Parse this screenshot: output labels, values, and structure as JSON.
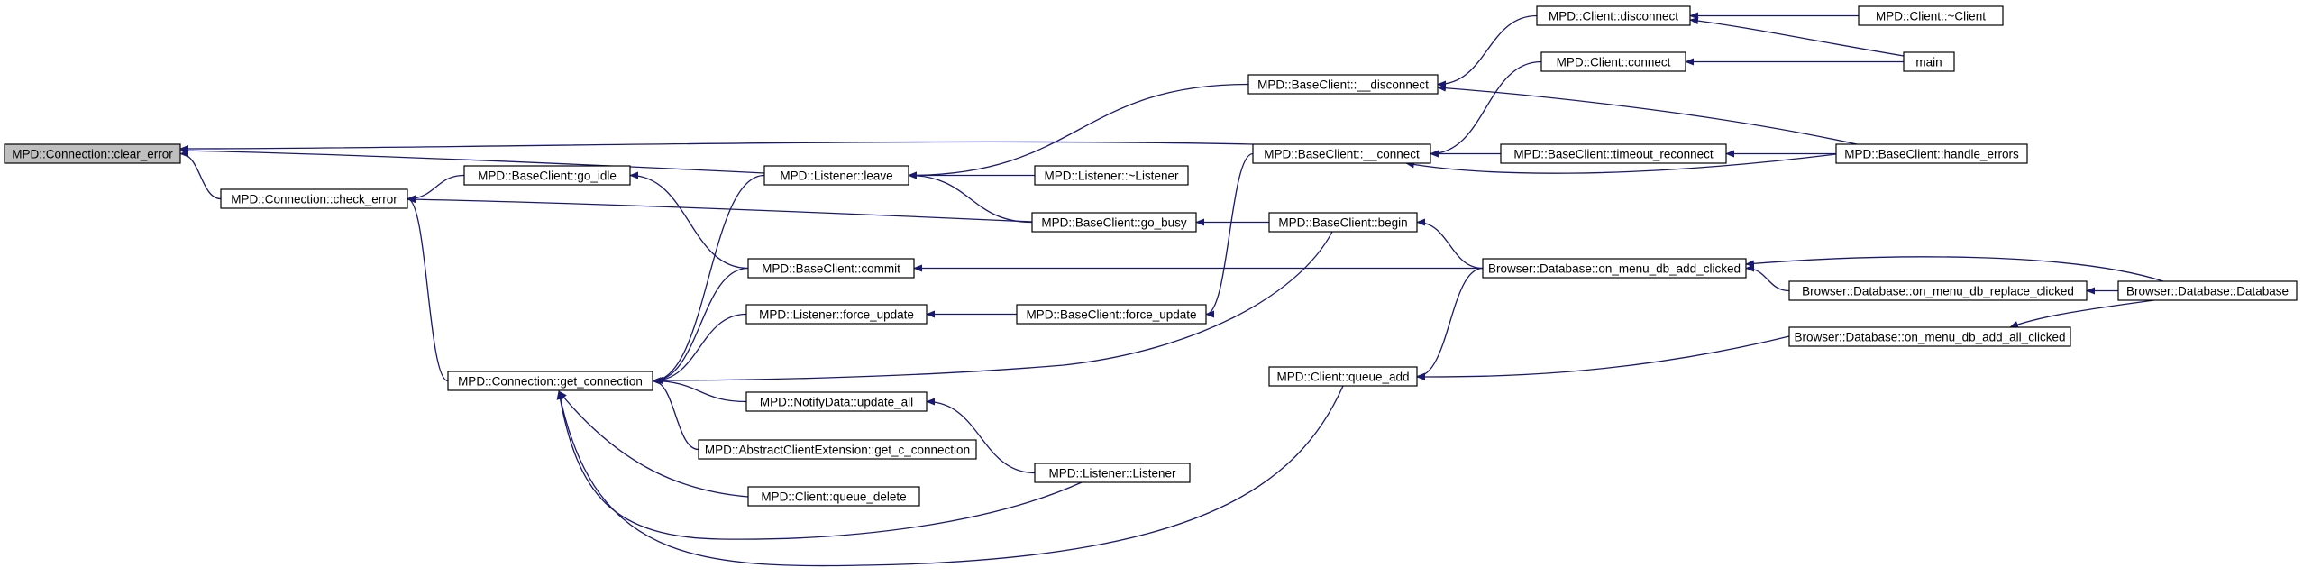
{
  "nodes": {
    "clear_error": {
      "label": "MPD::Connection::clear_error",
      "root": true
    },
    "check_error": {
      "label": "MPD::Connection::check_error"
    },
    "get_connection": {
      "label": "MPD::Connection::get_connection"
    },
    "go_idle": {
      "label": "MPD::BaseClient::go_idle"
    },
    "listener_leave": {
      "label": "MPD::Listener::leave"
    },
    "commit": {
      "label": "MPD::BaseClient::commit"
    },
    "listener_force_update": {
      "label": "MPD::Listener::force_update"
    },
    "notify_update_all": {
      "label": "MPD::NotifyData::update_all"
    },
    "get_c_connection": {
      "label": "MPD::AbstractClientExtension::get_c_connection"
    },
    "queue_delete": {
      "label": "MPD::Client::queue_delete"
    },
    "listener_dtor": {
      "label": "MPD::Listener::~Listener"
    },
    "go_busy": {
      "label": "MPD::BaseClient::go_busy"
    },
    "baseclient_force_update": {
      "label": "MPD::BaseClient::force_update"
    },
    "listener_ctor": {
      "label": "MPD::Listener::Listener"
    },
    "disconnect_": {
      "label": "MPD::BaseClient::__disconnect"
    },
    "connect_": {
      "label": "MPD::BaseClient::__connect"
    },
    "begin": {
      "label": "MPD::BaseClient::begin"
    },
    "queue_add": {
      "label": "MPD::Client::queue_add"
    },
    "client_disconnect": {
      "label": "MPD::Client::disconnect"
    },
    "client_connect": {
      "label": "MPD::Client::connect"
    },
    "timeout_reconnect": {
      "label": "MPD::BaseClient::timeout_reconnect"
    },
    "on_menu_db_add_clicked": {
      "label": "Browser::Database::on_menu_db_add_clicked"
    },
    "client_dtor": {
      "label": "MPD::Client::~Client"
    },
    "main": {
      "label": "main"
    },
    "handle_errors": {
      "label": "MPD::BaseClient::handle_errors"
    },
    "on_menu_db_replace_clicked": {
      "label": "Browser::Database::on_menu_db_replace_clicked"
    },
    "on_menu_db_add_all_clicked": {
      "label": "Browser::Database::on_menu_db_add_all_clicked"
    },
    "database_ctor": {
      "label": "Browser::Database::Database"
    }
  },
  "edges": [
    {
      "from": "check_error",
      "to": "clear_error"
    },
    {
      "from": "listener_leave",
      "to": "clear_error"
    },
    {
      "from": "connect_",
      "to": "clear_error"
    },
    {
      "from": "get_connection",
      "to": "check_error"
    },
    {
      "from": "go_idle",
      "to": "check_error"
    },
    {
      "from": "go_busy",
      "to": "check_error"
    },
    {
      "from": "listener_leave",
      "to": "get_connection"
    },
    {
      "from": "commit",
      "to": "get_connection"
    },
    {
      "from": "listener_force_update",
      "to": "get_connection"
    },
    {
      "from": "notify_update_all",
      "to": "get_connection"
    },
    {
      "from": "get_c_connection",
      "to": "get_connection"
    },
    {
      "from": "queue_delete",
      "to": "get_connection"
    },
    {
      "from": "listener_ctor",
      "to": "get_connection"
    },
    {
      "from": "queue_add",
      "to": "get_connection"
    },
    {
      "from": "begin",
      "to": "get_connection"
    },
    {
      "from": "commit",
      "to": "go_idle"
    },
    {
      "from": "disconnect_",
      "to": "listener_leave"
    },
    {
      "from": "listener_dtor",
      "to": "listener_leave"
    },
    {
      "from": "go_busy",
      "to": "listener_leave"
    },
    {
      "from": "on_menu_db_add_clicked",
      "to": "commit"
    },
    {
      "from": "baseclient_force_update",
      "to": "listener_force_update"
    },
    {
      "from": "listener_ctor",
      "to": "notify_update_all"
    },
    {
      "from": "begin",
      "to": "go_busy"
    },
    {
      "from": "connect_",
      "to": "baseclient_force_update"
    },
    {
      "from": "client_disconnect",
      "to": "disconnect_"
    },
    {
      "from": "handle_errors",
      "to": "disconnect_"
    },
    {
      "from": "client_connect",
      "to": "connect_"
    },
    {
      "from": "timeout_reconnect",
      "to": "connect_"
    },
    {
      "from": "handle_errors",
      "to": "connect_"
    },
    {
      "from": "on_menu_db_add_clicked",
      "to": "begin"
    },
    {
      "from": "on_menu_db_add_clicked",
      "to": "queue_add"
    },
    {
      "from": "on_menu_db_add_all_clicked",
      "to": "queue_add"
    },
    {
      "from": "client_dtor",
      "to": "client_disconnect"
    },
    {
      "from": "main",
      "to": "client_disconnect"
    },
    {
      "from": "main",
      "to": "client_connect"
    },
    {
      "from": "handle_errors",
      "to": "timeout_reconnect"
    },
    {
      "from": "database_ctor",
      "to": "on_menu_db_add_clicked"
    },
    {
      "from": "on_menu_db_replace_clicked",
      "to": "on_menu_db_add_clicked"
    },
    {
      "from": "database_ctor",
      "to": "on_menu_db_replace_clicked"
    },
    {
      "from": "database_ctor",
      "to": "on_menu_db_add_all_clicked"
    }
  ],
  "colors": {
    "edge": "#191970",
    "root_fill": "#bfbfbf",
    "node_fill": "#ffffff",
    "node_border": "#000000"
  }
}
